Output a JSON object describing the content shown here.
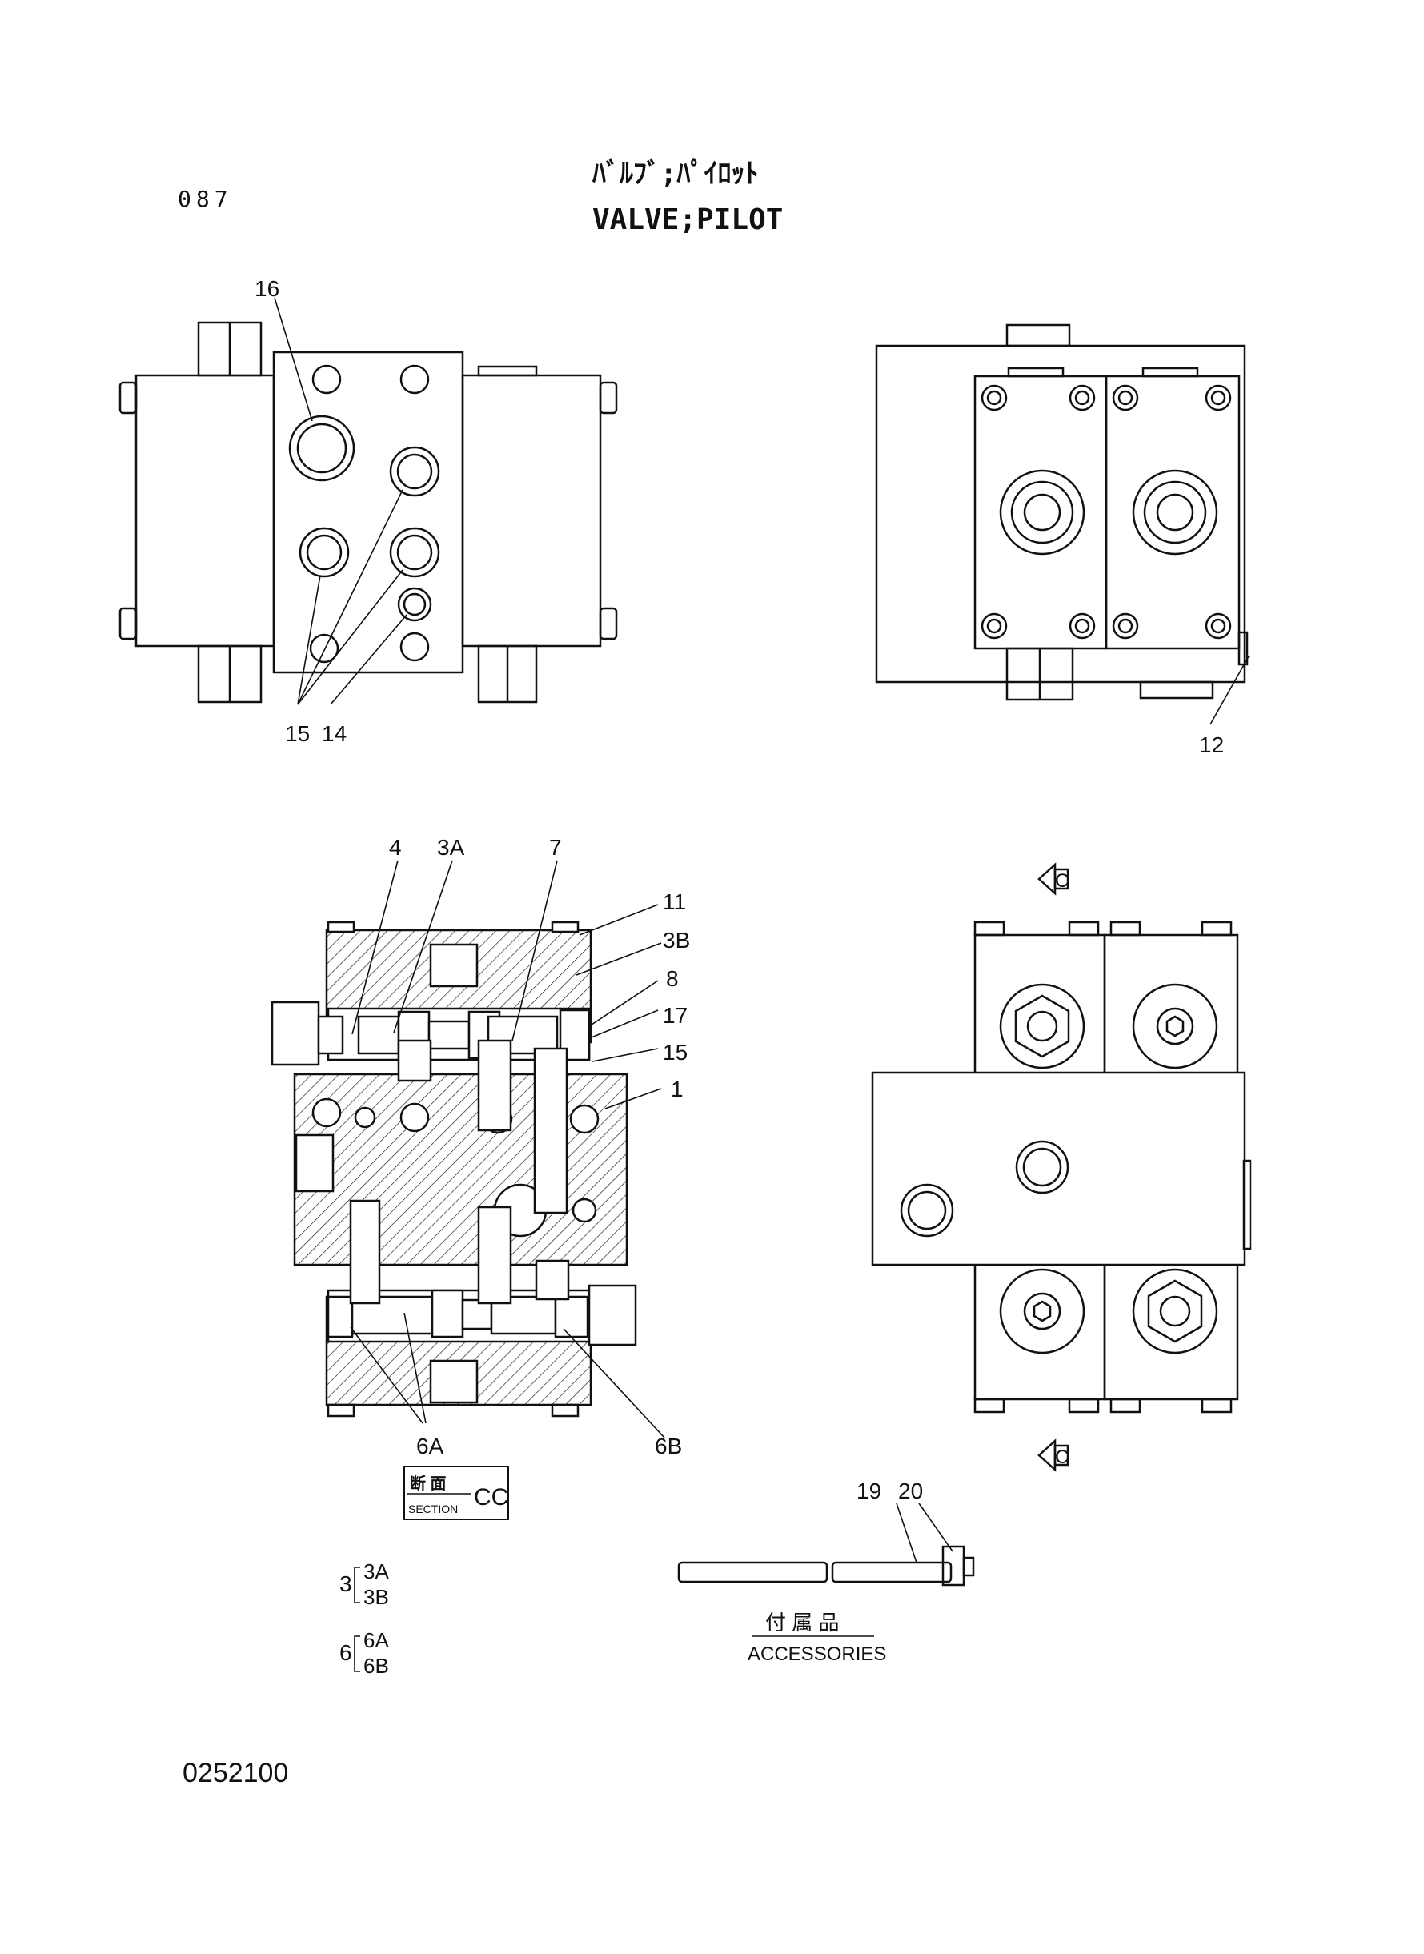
{
  "header": {
    "page_number": "087",
    "title_jp": "ﾊﾞﾙﾌﾞ;ﾊﾟｲﾛｯﾄ",
    "title_en": "VALVE;PILOT"
  },
  "callouts": {
    "c1": "1",
    "c3a": "3A",
    "c3b": "3B",
    "c4": "4",
    "c6a": "6A",
    "c6b": "6B",
    "c7": "7",
    "c8": "8",
    "c11": "11",
    "c12": "12",
    "c14": "14",
    "c15a": "15",
    "c15b": "15",
    "c16": "16",
    "c17": "17",
    "c19": "19",
    "c20": "20"
  },
  "section": {
    "jp": "断 面",
    "en": "SECTION",
    "id": "CC",
    "arrow_label": "C"
  },
  "legend": {
    "group3_id": "3",
    "group3_a": "3A",
    "group3_b": "3B",
    "group6_id": "6",
    "group6_a": "6A",
    "group6_b": "6B"
  },
  "accessories": {
    "jp": "付 属 品",
    "en": "ACCESSORIES"
  },
  "footer": {
    "drawing_number": "0252100"
  }
}
